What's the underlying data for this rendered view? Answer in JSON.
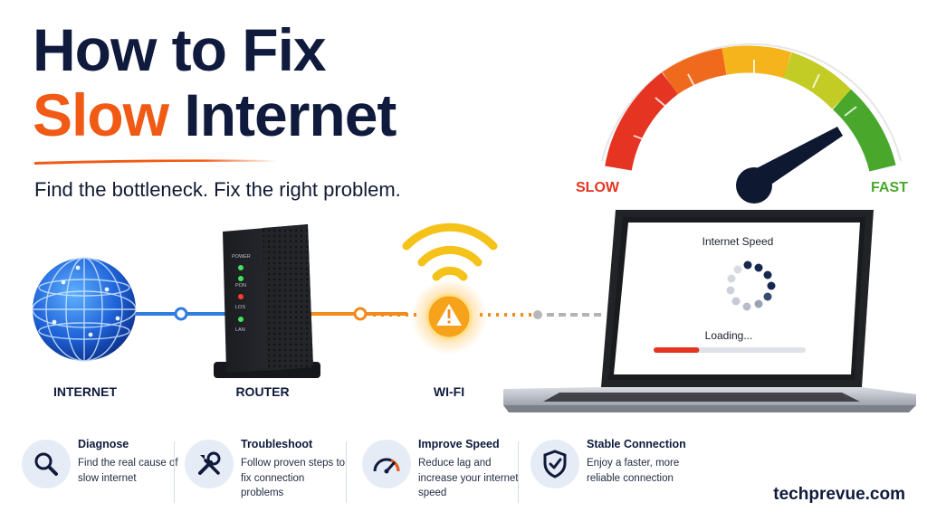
{
  "title": {
    "line1": "How to Fix",
    "line2_accent": "Slow",
    "line2_rest": " Internet"
  },
  "subtitle": "Find the bottleneck. Fix the right problem.",
  "nodes": {
    "internet": "INTERNET",
    "router": "ROUTER",
    "wifi": "WI-FI"
  },
  "router_leds": [
    "POWER",
    "PON",
    "LOS",
    "LAN"
  ],
  "gauge": {
    "slow_label": "SLOW",
    "fast_label": "FAST",
    "slow_color": "#e53422",
    "fast_color": "#49a82c"
  },
  "laptop_screen": {
    "title": "Internet Speed",
    "loading": "Loading...",
    "progress": 0.3
  },
  "features": [
    {
      "icon": "magnifier-icon",
      "title": "Diagnose",
      "desc": "Find the real cause of slow internet"
    },
    {
      "icon": "tools-icon",
      "title": "Troubleshoot",
      "desc": "Follow proven steps to fix connection problems"
    },
    {
      "icon": "speedometer-icon",
      "title": "Improve Speed",
      "desc": "Reduce lag and increase your internet speed"
    },
    {
      "icon": "shield-check-icon",
      "title": "Stable Connection",
      "desc": "Enjoy a faster, more reliable connection"
    }
  ],
  "brand": "techprevue.com",
  "colors": {
    "accent": "#f05a14",
    "navy": "#101a3c",
    "blue_line": "#2f7de1",
    "orange_line": "#f28a1c",
    "warning": "#f7a21b"
  }
}
